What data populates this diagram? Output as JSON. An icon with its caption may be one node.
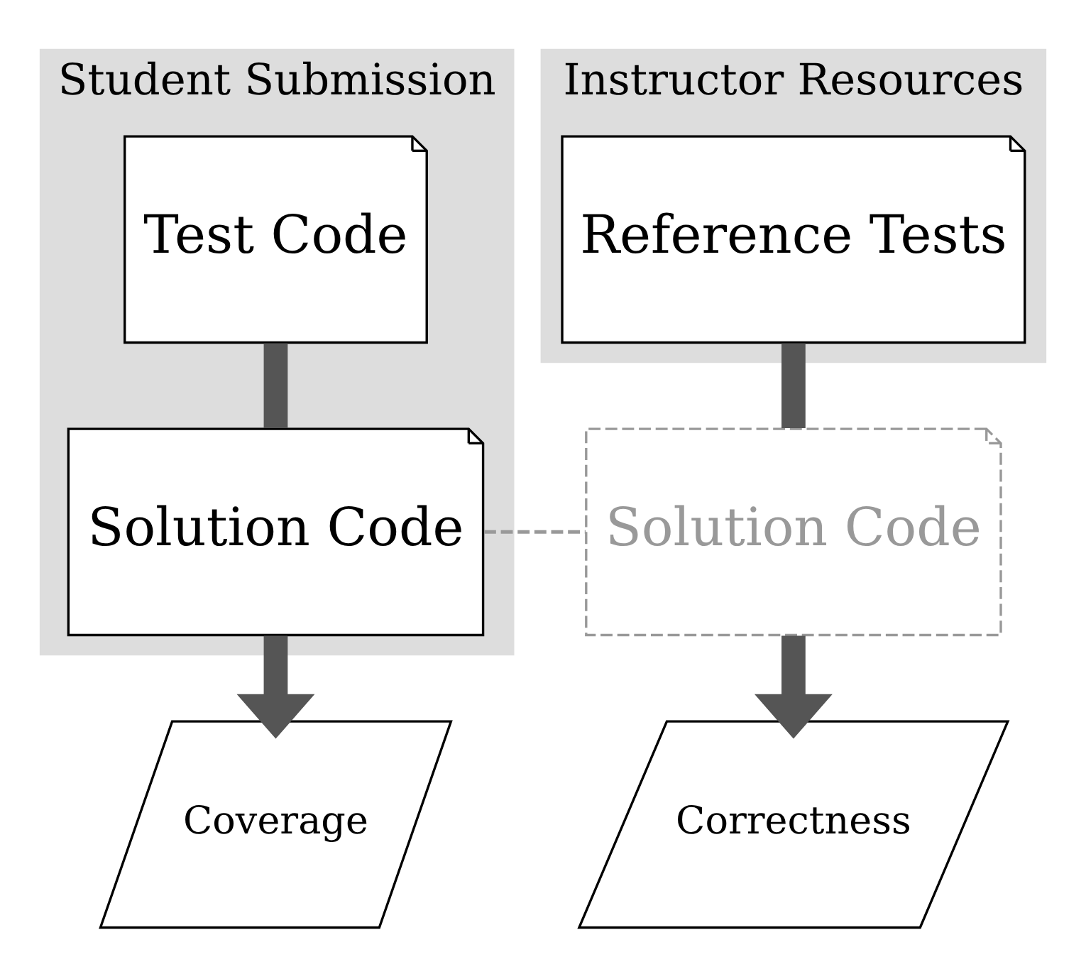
{
  "diagram": {
    "nodes": [
      {
        "text": [
          "Student Submission"
        ]
      },
      {
        "text": [
          "Test Code"
        ],
        "in": 0
      },
      {
        "text": [
          "Solution Code"
        ],
        "in": 0
      },
      {
        "text": [
          "Instructor Resources"
        ]
      },
      {
        "text": [
          "Reference Tests"
        ],
        "in": 3
      },
      {
        "text": [
          "Solution Code"
        ]
      },
      {
        "text": [
          "Coverage"
        ]
      },
      {
        "text": [
          "Correctness"
        ]
      }
    ],
    "edges": [
      {
        "from": 1,
        "to": 2,
        "arrow": "none"
      },
      {
        "from": 4,
        "to": 5,
        "arrow": "none"
      },
      {
        "from": 2,
        "to": 5,
        "arrow": "none",
        "style": "dashed",
        "color": "#999999"
      },
      {
        "from": 2,
        "to": 6,
        "arrow": "to"
      },
      {
        "from": 5,
        "to": 7,
        "arrow": "to"
      }
    ]
  }
}
